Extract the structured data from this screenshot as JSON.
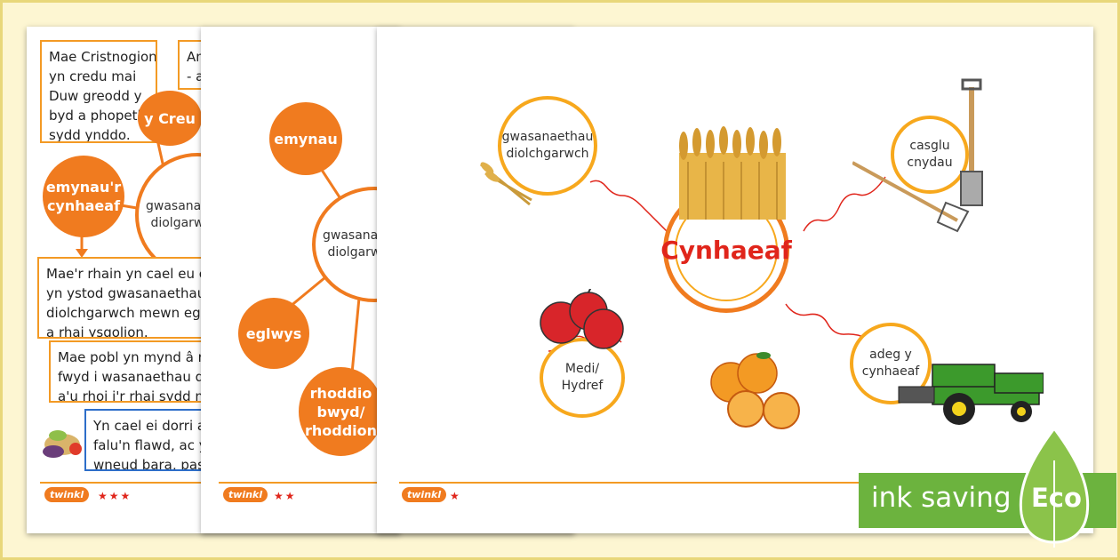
{
  "sheet1": {
    "creation_box": [
      "Mae Cristnogion",
      "yn credu mai",
      "Duw greodd y",
      "byd a phopeth",
      "sydd ynddo."
    ],
    "top_box": [
      "Am",
      "- a"
    ],
    "y_creu": "y Creu",
    "emynau_cynhaeaf": [
      "emynau'r",
      "cynhaeaf"
    ],
    "centre": [
      "gwasanae",
      "diolgarw"
    ],
    "hymns_box": [
      "Mae'r rhain yn cael eu can",
      "yn ystod gwasanaethau",
      "diolchgarwch mewn eglwy",
      "a rhai ysgolion."
    ],
    "food_box": [
      "Mae pobl yn mynd â rh",
      "fwyd i wasanaethau dio",
      "a'u rhoi i'r rhai sydd m"
    ],
    "wheat_box": [
      "Yn cael ei dorri ac",
      "falu'n flawd, ac y",
      "wneud bara, paste"
    ],
    "logo": "twinkl",
    "stars": "★★★"
  },
  "sheet2": {
    "emynau": "emynau",
    "centre": [
      "gwasanae",
      "diolgarw"
    ],
    "eglwys": "eglwys",
    "rhoddio": [
      "rhoddio",
      "bwyd/",
      "rhoddion"
    ],
    "logo": "twinkl",
    "stars": "★★"
  },
  "sheet3": {
    "title": "Cynhaeaf",
    "gwasanaethau": [
      "gwasanaethau",
      "diolchgarwch"
    ],
    "casglu": [
      "casglu",
      "cnydau"
    ],
    "medi": [
      "Medi/",
      "Hydref"
    ],
    "adeg": [
      "adeg y",
      "cynhaeaf"
    ],
    "logo": "twinkl",
    "stars": "★"
  },
  "eco_badge": {
    "text": "ink saving",
    "eco": "Eco",
    "color": "#6cb33e"
  }
}
